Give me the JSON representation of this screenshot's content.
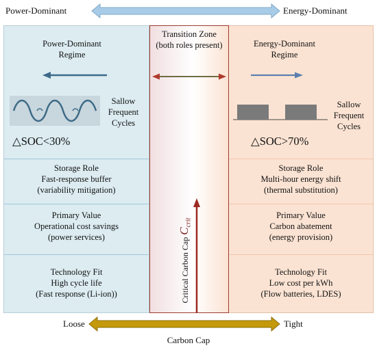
{
  "top_axis": {
    "left_label": "Power-Dominant",
    "right_label": "Energy-Dominant",
    "arrow_color": "#a8cce8"
  },
  "bottom_axis": {
    "left_label": "Loose",
    "right_label": "Tight",
    "title": "Carbon Cap",
    "arrow_color": "#c49a0c"
  },
  "left_panel": {
    "title_line1": "Power-Dominant",
    "title_line2": "Regime",
    "cycle_label": [
      "Sallow",
      "Frequent",
      "Cycles"
    ],
    "soc": "△SOC<30%",
    "storage_role": [
      "Storage Role",
      "Fast-response buffer",
      "(variability mitigation)"
    ],
    "primary_value": [
      "Primary Value",
      "Operational cost savings",
      "(power services)"
    ],
    "technology_fit": [
      "Technology Fit",
      "High cycle life",
      "(Fast response (Li-ion))"
    ],
    "color": "#dcecf1"
  },
  "middle_panel": {
    "title_line1": "Transition Zone",
    "title_line2": "(both roles present)",
    "vertical_label": "Critical Carbon Cap",
    "symbol": "C",
    "subscript": "crit",
    "border_color": "#9b3b2e"
  },
  "right_panel": {
    "title_line1": "Energy-Dominant",
    "title_line2": "Regime",
    "cycle_label": [
      "Sallow",
      "Frequent",
      "Cycles"
    ],
    "soc": "△SOC>70%",
    "storage_role": [
      "Storage Role",
      "Multi-hour energy shift",
      "(thermal substitution)"
    ],
    "primary_value": [
      "Primary Value",
      "Carbon abatement",
      "(energy provision)"
    ],
    "technology_fit": [
      "Technology Fit",
      "Low cost per kWh",
      "(Flow batteries, LDES)"
    ],
    "color": "#fbe3d3"
  }
}
